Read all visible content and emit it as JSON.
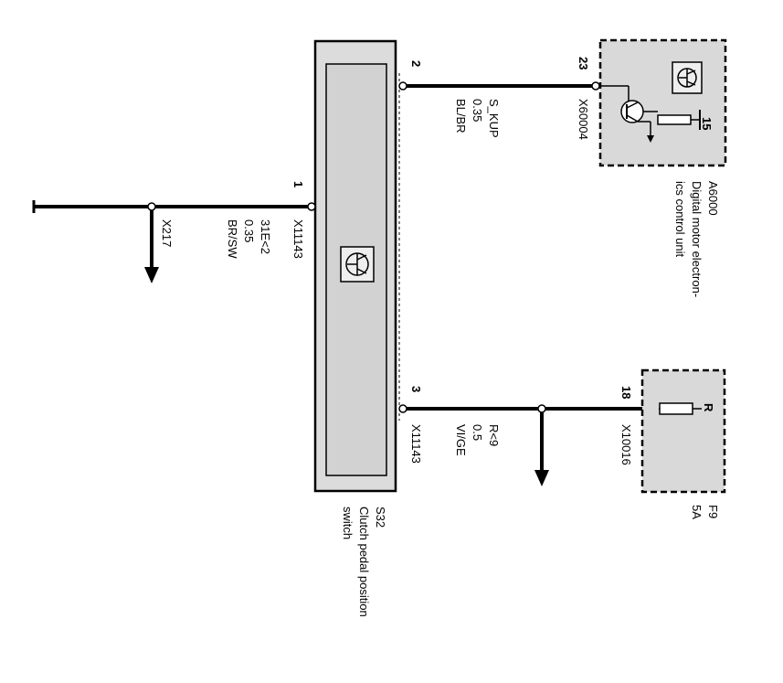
{
  "switch": {
    "id": "S32",
    "name_line1": "Clutch pedal position",
    "name_line2": "switch"
  },
  "connector_left": {
    "pin": "1",
    "connector": "X11143"
  },
  "wire_left": {
    "signal": "31E<2",
    "gauge": "0.35",
    "color": "BR/SW",
    "ground_ref": "X217"
  },
  "connector_top": {
    "pin": "2"
  },
  "wire_top": {
    "signal": "S_KUP",
    "gauge": "0.35",
    "color": "BL/BR"
  },
  "connector_bottom": {
    "pin": "3",
    "connector": "X11143"
  },
  "wire_bottom": {
    "signal": "R<9",
    "gauge": "0.5",
    "color": "VI/GE"
  },
  "dme": {
    "id": "A6000",
    "name_line1": "Digital motor electron-",
    "name_line2": "ics control unit",
    "pin": "23",
    "connector": "X60004",
    "internal_pin": "15"
  },
  "fuse": {
    "id": "F9",
    "rating": "5A",
    "pin": "18",
    "connector": "X10016",
    "terminal": "R"
  },
  "icons": [
    "component-symbol-icon",
    "transistor-icon",
    "resistor-icon",
    "ground-arrow-icon",
    "fuse-icon"
  ]
}
